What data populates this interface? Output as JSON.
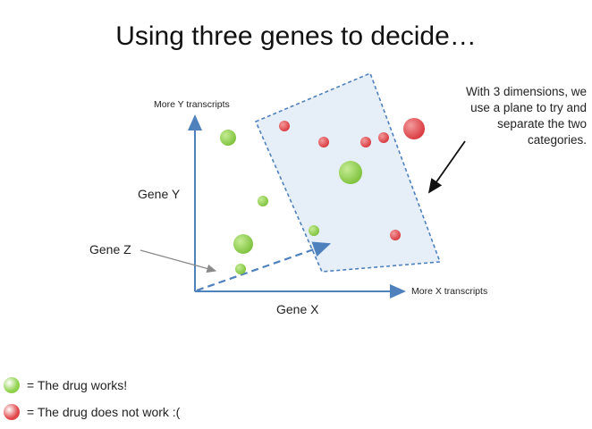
{
  "slide": {
    "title": "Using three genes to decide…",
    "axis_y_end_label": "More Y transcripts",
    "axis_x_end_label": "More X transcripts",
    "gene_y_label": "Gene Y",
    "gene_x_label": "Gene X",
    "gene_z_label": "Gene Z",
    "annotation_lines": [
      "With 3 dimensions, we",
      "use a plane to try and",
      "separate the two",
      "categories."
    ]
  },
  "legend": [
    {
      "text": "= The drug works!",
      "color": "#8ed14a"
    },
    {
      "text": "= The drug does not work :(",
      "color": "#e0464a"
    }
  ],
  "colors": {
    "works": "#8ed14a",
    "not_work": "#e0464a",
    "axis": "#4f81bd",
    "plane_fill": "#e6eef8"
  }
}
